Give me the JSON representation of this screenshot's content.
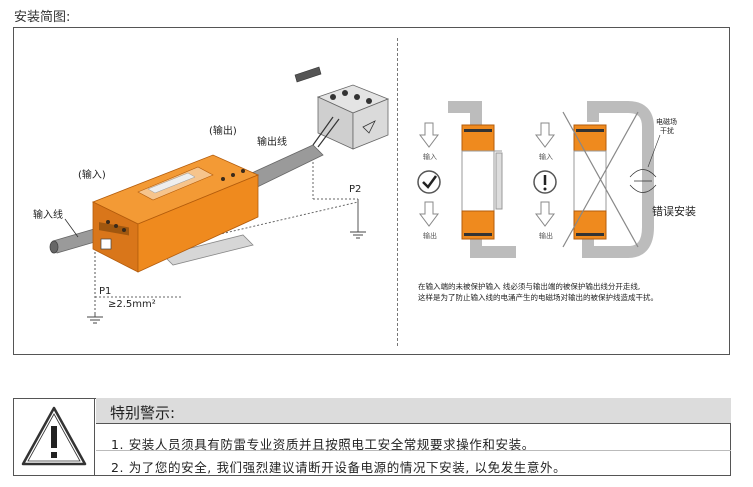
{
  "section_title": "安装简图:",
  "left_diagram": {
    "label_input_wire": "输入线",
    "label_input": "(输入)",
    "label_output": "(输出)",
    "label_output_wire": "输出线",
    "label_p1": "P1",
    "label_p2": "P2",
    "label_wire_size": "≥2.5mm²"
  },
  "right_diagram": {
    "arrow_in_label": "输入",
    "arrow_out_label": "输出",
    "em_field_label_line1": "电磁场",
    "em_field_label_line2": "干扰",
    "wrong_install_label": "错误安装",
    "note_line1": "在输入端的未被保护输入 线必须与输出端的被保护输出线分开走线,",
    "note_line2": "这样是为了防止输入线的电涌产生的电磁场对输出的被保护线造成干扰。"
  },
  "warning": {
    "title": "特别警示:",
    "line1": "1. 安装人员须具有防雷专业资质并且按照电工安全常规要求操作和安装。",
    "line2": "2. 为了您的安全, 我们强烈建议请断开设备电源的情况下安装, 以免发生意外。"
  },
  "colors": {
    "device_orange": "#ef8a1e",
    "device_dark_orange": "#c96a10",
    "frame_border": "#555555",
    "header_gray": "#dcdcdc"
  }
}
